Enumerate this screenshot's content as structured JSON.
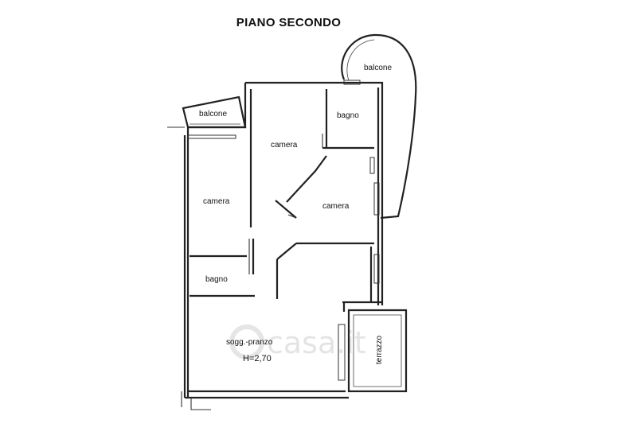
{
  "title": "PIANO SECONDO",
  "rooms": {
    "balcone_top": "balcone",
    "balcone_left": "balcone",
    "bagno_top": "bagno",
    "camera_top": "camera",
    "camera_left": "camera",
    "camera_right": "camera",
    "bagno_bottom": "bagno",
    "soggiorno": "sogg.-pranzo",
    "height": "H=2,70",
    "terrazzo": "terrazzo"
  },
  "watermark": "casa.it"
}
